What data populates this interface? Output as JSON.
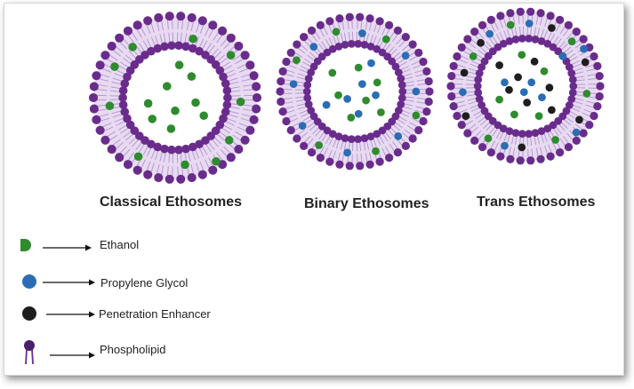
{
  "titles": {
    "classical": "Classical Ethosomes",
    "binary": "Binary Ethosomes",
    "trans": "Trans Ethosomes"
  },
  "legend": {
    "ethanol": "Ethanol",
    "propylene_glycol": "Propylene Glycol",
    "penetration_enhancer": "Penetration Enhancer",
    "phospholipid": "Phospholipid"
  },
  "colors": {
    "ethanol": "#2e8b2e",
    "propylene_glycol": "#2a6db5",
    "penetration_enhancer": "#1e1e1e",
    "phospholipid_head": "#6a2c8c",
    "phospholipid_tail": "#b79ad0"
  }
}
